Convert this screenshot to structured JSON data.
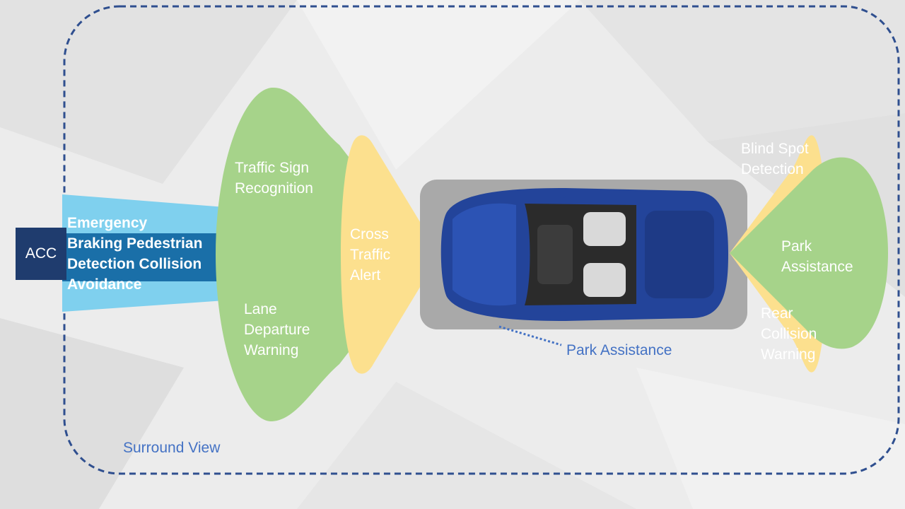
{
  "colors": {
    "background": "#ececec",
    "boundary_dash": "#2f4f8f",
    "acc_fill": "#1f3c6e",
    "aeb_band": "#7fd0ee",
    "aeb_inner": "#1a6fa8",
    "green_lobe": "#a6d38a",
    "yellow_lobe": "#fce08e",
    "car_panel": "#a9a9a9",
    "car_body": "#23449a",
    "blue_text": "#4472c4"
  },
  "diagram": {
    "boundary_label": "Surround  View",
    "nodes": {
      "acc": "ACC",
      "aeb": "Emergency\nBraking Pedestrian\nDetection Collision\nAvoidance",
      "traffic_sign": "Traffic Sign\nRecognition",
      "lane_departure": "Lane\nDeparture\nWarning",
      "cross_traffic": "Cross\nTraffic\nAlert",
      "park_assist_bottom": "Park Assistance",
      "blind_spot": "Blind Spot\nDetection",
      "park_assist_rear": "Park\nAssistance",
      "rear_collision": "Rear\nCollision\nWarning"
    }
  }
}
